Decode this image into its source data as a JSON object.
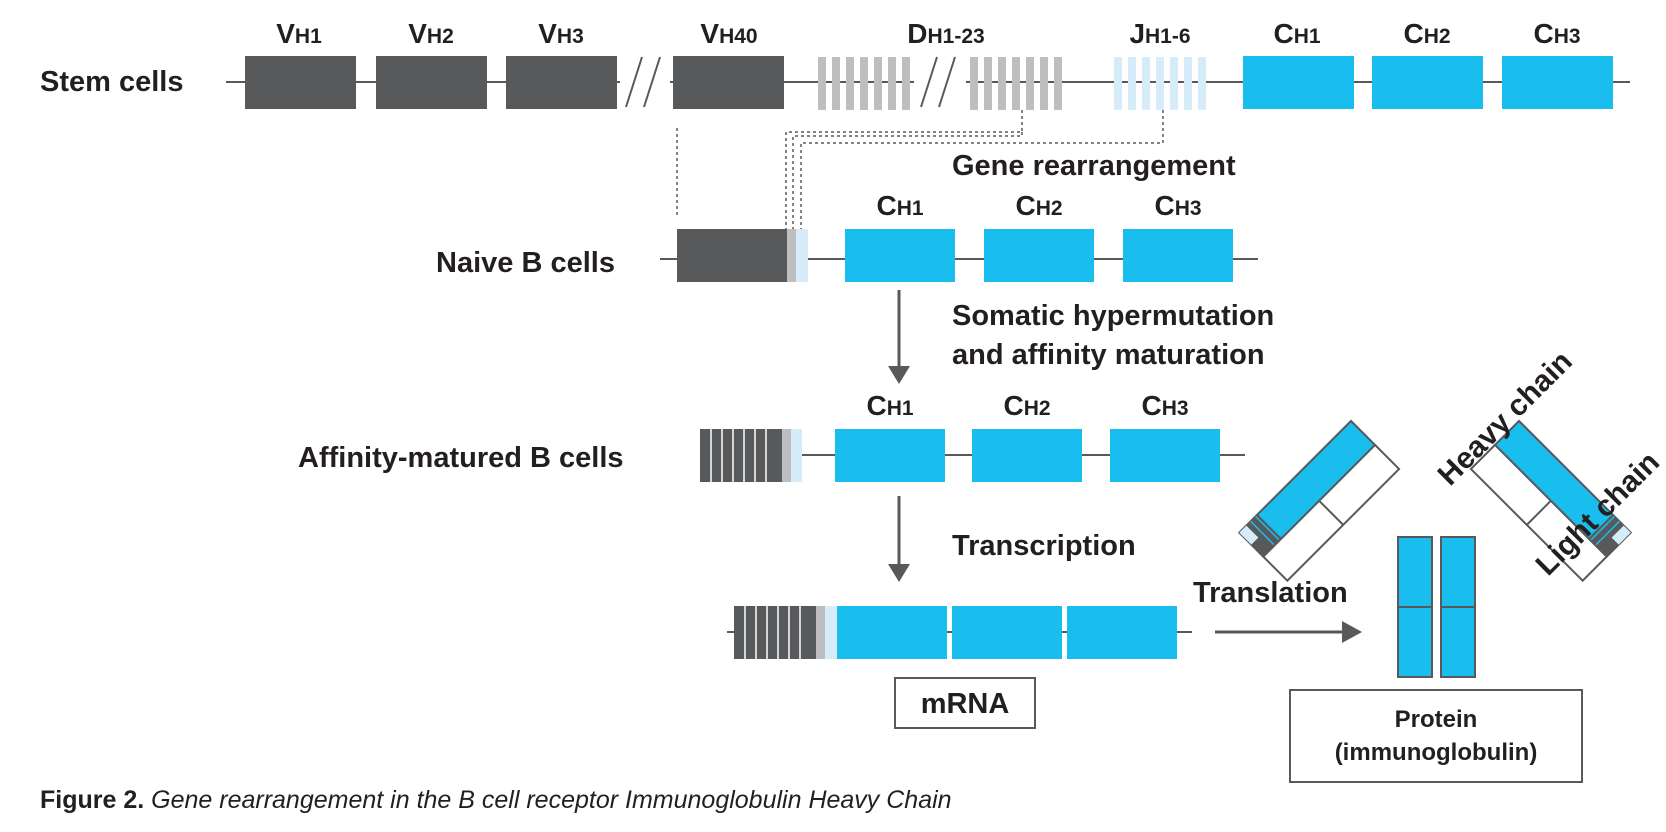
{
  "colors": {
    "v_segment": "#58595b",
    "d_segment": "#bcbec0",
    "j_segment": "#d6ecf8",
    "c_segment": "#19bdee",
    "line": "#58595b",
    "text": "#231f20"
  },
  "stem": {
    "row_label": "Stem cells",
    "v_labels": [
      {
        "main": "V",
        "sub": "H1"
      },
      {
        "main": "V",
        "sub": "H2"
      },
      {
        "main": "V",
        "sub": "H3"
      },
      {
        "main": "V",
        "sub": "H40"
      }
    ],
    "d_label": {
      "main": "D",
      "sub": "H1-23"
    },
    "j_label": {
      "main": "J",
      "sub": "H1-6"
    },
    "c_labels": [
      {
        "main": "C",
        "sub": "H1"
      },
      {
        "main": "C",
        "sub": "H2"
      },
      {
        "main": "C",
        "sub": "H3"
      }
    ]
  },
  "steps": {
    "rearrangement": "Gene rearrangement",
    "hypermutation_line1": "Somatic hypermutation",
    "hypermutation_line2": "and affinity maturation",
    "transcription": "Transcription",
    "translation": "Translation"
  },
  "naive": {
    "row_label": "Naive B cells",
    "c_labels": [
      {
        "main": "C",
        "sub": "H1"
      },
      {
        "main": "C",
        "sub": "H2"
      },
      {
        "main": "C",
        "sub": "H3"
      }
    ]
  },
  "matured": {
    "row_label": "Affinity-matured B cells",
    "c_labels": [
      {
        "main": "C",
        "sub": "H1"
      },
      {
        "main": "C",
        "sub": "H2"
      },
      {
        "main": "C",
        "sub": "H3"
      }
    ]
  },
  "mrna": {
    "label": "mRNA"
  },
  "protein": {
    "label_line1": "Protein",
    "label_line2": "(immunoglobulin)",
    "heavy_chain": "Heavy chain",
    "light_chain": "Light chain"
  },
  "caption": {
    "prefix": "Figure 2.",
    "text": "Gene rearrangement in the B cell receptor Immunoglobulin Heavy Chain"
  }
}
